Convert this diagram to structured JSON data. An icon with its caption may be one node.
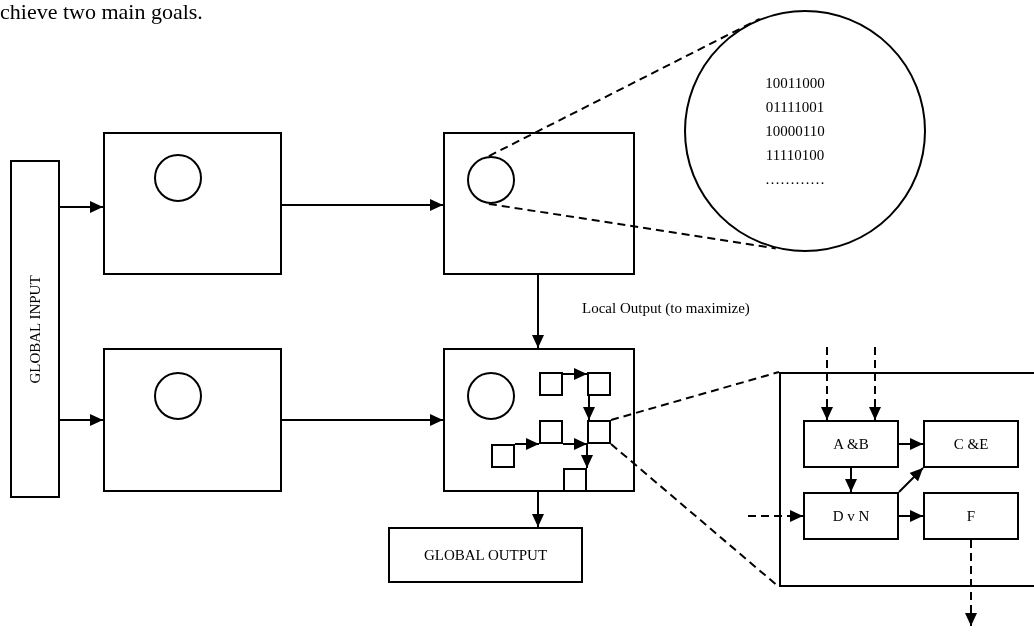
{
  "diagram": {
    "nodes": [
      {
        "text": [
          "GLOBAL INPUT"
        ]
      },
      {
        "text": [],
        "shape": "box"
      },
      {
        "text": [],
        "shape": "circle",
        "in": 1
      },
      {
        "text": [],
        "shape": "box"
      },
      {
        "text": [],
        "shape": "circle",
        "in": 3
      },
      {
        "text": [
          "10011000",
          "01111001",
          "10000110",
          "11110100",
          "…………"
        ]
      },
      {
        "text": [],
        "shape": "box"
      },
      {
        "text": [],
        "shape": "circle",
        "in": 6
      },
      {
        "text": [],
        "shape": "box"
      },
      {
        "text": [],
        "shape": "circle",
        "in": 8
      },
      {
        "text": [],
        "shape": "box",
        "in": 8
      },
      {
        "text": [],
        "shape": "box",
        "in": 8
      },
      {
        "text": [],
        "shape": "box",
        "in": 8
      },
      {
        "text": [],
        "shape": "box",
        "in": 8
      },
      {
        "text": [],
        "shape": "box",
        "in": 8
      },
      {
        "text": [],
        "shape": "box",
        "in": 8
      },
      {
        "text": [
          "GLOBAL OUTPUT"
        ]
      },
      {
        "text": [],
        "shape": "box"
      },
      {
        "text": [
          "A &B"
        ],
        "in": 17
      },
      {
        "text": [
          "C &E"
        ],
        "in": 17
      },
      {
        "text": [
          "D v N"
        ],
        "in": 17
      },
      {
        "text": [
          "F"
        ],
        "in": 17
      }
    ],
    "edges": [
      {
        "from": 0,
        "to": 1,
        "arrow": "to"
      },
      {
        "from": 0,
        "to": 6,
        "arrow": "to"
      },
      {
        "from": 1,
        "to": 3,
        "arrow": "to"
      },
      {
        "from": 6,
        "to": 8,
        "arrow": "to"
      },
      {
        "from": 3,
        "to": 8,
        "arrow": "to",
        "label": "Local Output (to maximize)"
      },
      {
        "from": 8,
        "to": 16,
        "arrow": "to"
      },
      {
        "from": 10,
        "to": 11,
        "arrow": "to"
      },
      {
        "from": 11,
        "to": 13,
        "arrow": "to"
      },
      {
        "from": 14,
        "to": 12,
        "arrow": "to"
      },
      {
        "from": 12,
        "to": 13,
        "arrow": "to"
      },
      {
        "from": 13,
        "to": 15,
        "arrow": "to"
      },
      {
        "from": 4,
        "to": 5,
        "arrow": "none",
        "style": "dashed"
      },
      {
        "from": 4,
        "to": 5,
        "arrow": "none",
        "style": "dashed"
      },
      {
        "from": 13,
        "to": 17,
        "arrow": "none",
        "style": "dashed"
      },
      {
        "from": 13,
        "to": 17,
        "arrow": "none",
        "style": "dashed"
      },
      {
        "from": null,
        "to": 18,
        "arrow": "to",
        "style": "dashed"
      },
      {
        "from": null,
        "to": 18,
        "arrow": "to",
        "style": "dashed"
      },
      {
        "from": null,
        "to": 20,
        "arrow": "to",
        "style": "dashed"
      },
      {
        "from": 18,
        "to": 19,
        "arrow": "to"
      },
      {
        "from": 18,
        "to": 20,
        "arrow": "to"
      },
      {
        "from": 20,
        "to": 19,
        "arrow": "to"
      },
      {
        "from": 20,
        "to": 21,
        "arrow": "to"
      },
      {
        "from": 21,
        "to": null,
        "arrow": "to",
        "style": "dashed"
      }
    ],
    "labels": [
      "chieve two main goals."
    ]
  }
}
